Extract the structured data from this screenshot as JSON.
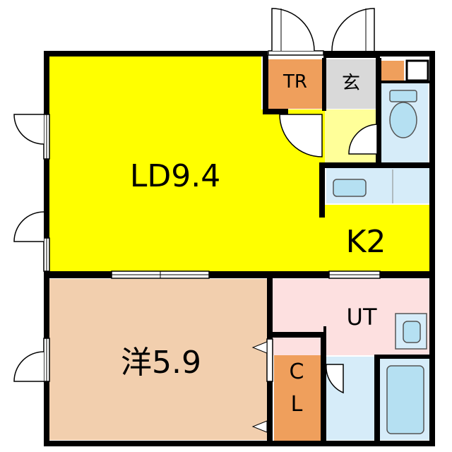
{
  "rooms": {
    "living_dining": {
      "label": "LD9.4"
    },
    "kitchen": {
      "label": "K2"
    },
    "western_room": {
      "label": "洋5.9"
    },
    "closet": {
      "label_top": "C",
      "label_bottom": "L"
    },
    "utility": {
      "label": "UT"
    },
    "trunk_room": {
      "label": "TR"
    },
    "entrance": {
      "label": "玄"
    }
  },
  "colors": {
    "living_dining": "#ffff00",
    "kitchen": "#ffff00",
    "western_room": "#f2cfae",
    "closet": "#ef9f5c",
    "trunk_room": "#ef9f5c",
    "utility": "#fde0e0",
    "bath": "#d6ecf9",
    "toilet": "#d6ecf9",
    "entrance": "#d9d9d9",
    "hall": "#ffff99",
    "fixture": "#b5e0f2",
    "wall": "#000000"
  }
}
